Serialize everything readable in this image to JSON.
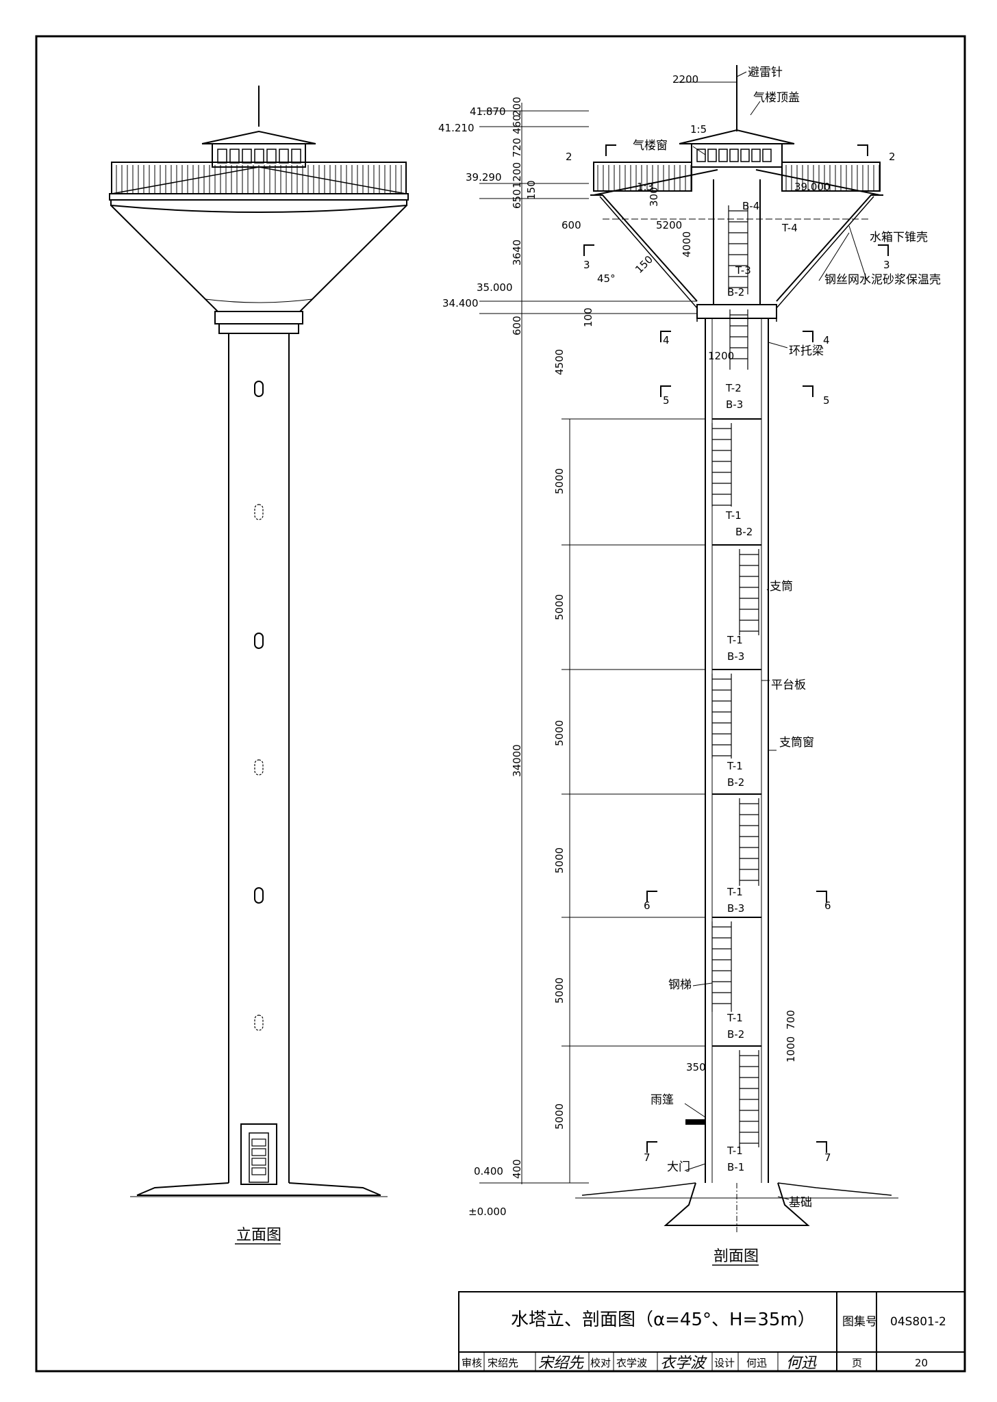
{
  "views": {
    "elevation_title": "立面图",
    "section_title": "剖面图"
  },
  "elevations": {
    "e41870": "41.870",
    "e41210": "41.210",
    "e39290": "39.290",
    "e35000": "35.000",
    "e34400": "34.400",
    "e0400": "0.400",
    "e0000": "±0.000",
    "e39000": "39.000"
  },
  "dimensions": {
    "d2200": "2200",
    "d200": "200",
    "d460": "460",
    "d720": "720",
    "d1200": "1200",
    "d650": "650",
    "d150": "150",
    "d300": "300",
    "d600": "600",
    "d5200": "5200",
    "d3640": "3640",
    "d4000": "4000",
    "d150b": "150",
    "d100": "100",
    "d600b": "600",
    "d1200b": "1200",
    "d4500": "4500",
    "d5000": "5000",
    "d34000": "34000",
    "d400": "400",
    "d350": "350",
    "d700": "700",
    "d1000": "1000",
    "slope1": "1:5",
    "slope2": "1:3",
    "angle": "45°"
  },
  "labels": {
    "lightning_rod": "避雷针",
    "vent_roof": "气楼顶盖",
    "vent_window": "气楼窗",
    "tank_cone": "水箱下锥壳",
    "insulation": "钢丝网水泥砂浆保温壳",
    "ring_beam": "环托梁",
    "support_tube": "支筒",
    "platform": "平台板",
    "tube_window": "支筒窗",
    "steel_ladder": "钢梯",
    "canopy": "雨篷",
    "door": "大门",
    "foundation": "基础"
  },
  "marks": {
    "B1": "B-1",
    "B2": "B-2",
    "B3": "B-3",
    "B4": "B-4",
    "T1": "T-1",
    "T2": "T-2",
    "T3": "T-3",
    "T4": "T-4",
    "s2": "2",
    "s3": "3",
    "s4": "4",
    "s5": "5",
    "s6": "6",
    "s7": "7"
  },
  "title_block": {
    "title": "水塔立、剖面图（α=45°、H=35m）",
    "atlas_label": "图集号",
    "atlas_no": "04S801-2",
    "review_label": "审核",
    "review_name": "宋绍先",
    "review_sign": "宋绍先",
    "check_label": "校对",
    "check_name": "衣学波",
    "check_sign": "衣学波",
    "design_label": "设计",
    "design_name": "何迅",
    "design_sign": "何迅",
    "page_label": "页",
    "page_no": "20"
  }
}
